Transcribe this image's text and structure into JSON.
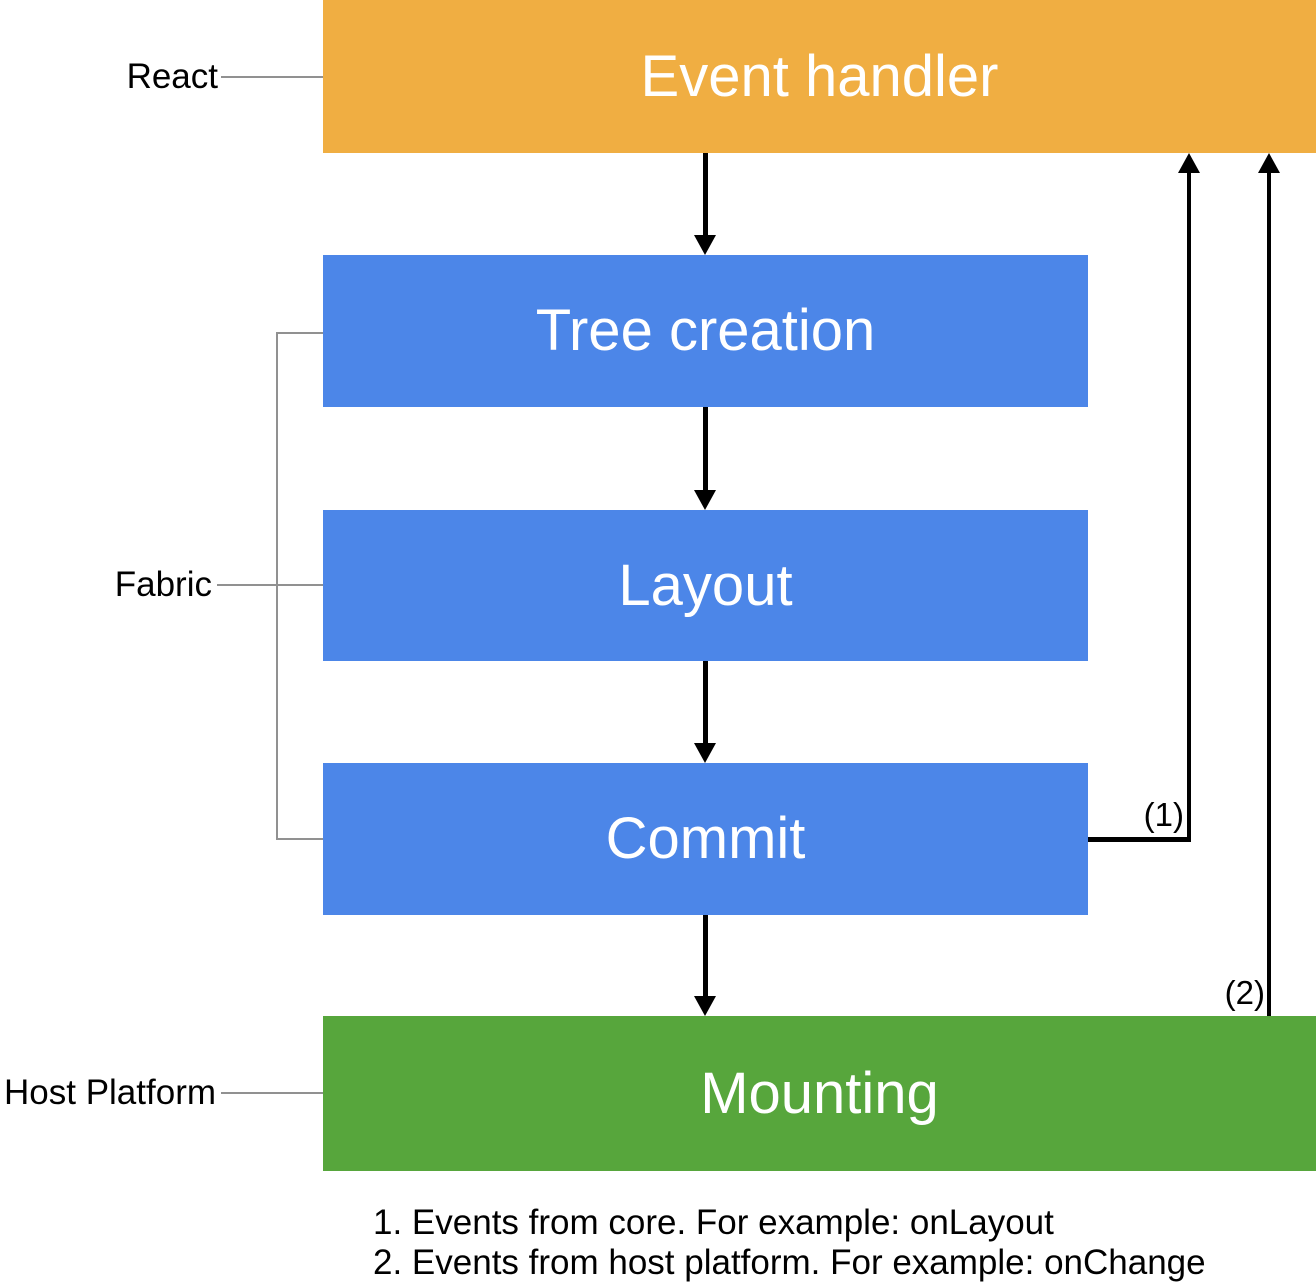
{
  "diagram": {
    "title_semantic": "React Native Fabric render pipeline",
    "boxes": {
      "event_handler": "Event handler",
      "tree_creation": "Tree creation",
      "layout": "Layout",
      "commit": "Commit",
      "mounting": "Mounting"
    },
    "side_labels": {
      "react": "React",
      "fabric": "Fabric",
      "host_platform": "Host Platform"
    },
    "arrow_labels": {
      "one": "(1)",
      "two": "(2)"
    },
    "notes": {
      "line1": "1. Events from core. For example: onLayout",
      "line2": "2. Events from host platform. For example: onChange"
    },
    "colors": {
      "react_box": "#F0AE42",
      "fabric_box": "#4C86E8",
      "host_platform_box": "#57A63C",
      "box_text": "#FFFFFF",
      "label_text": "#000000",
      "connector_line": "#919191",
      "arrow": "#000000",
      "background": "#FFFFFF"
    }
  }
}
